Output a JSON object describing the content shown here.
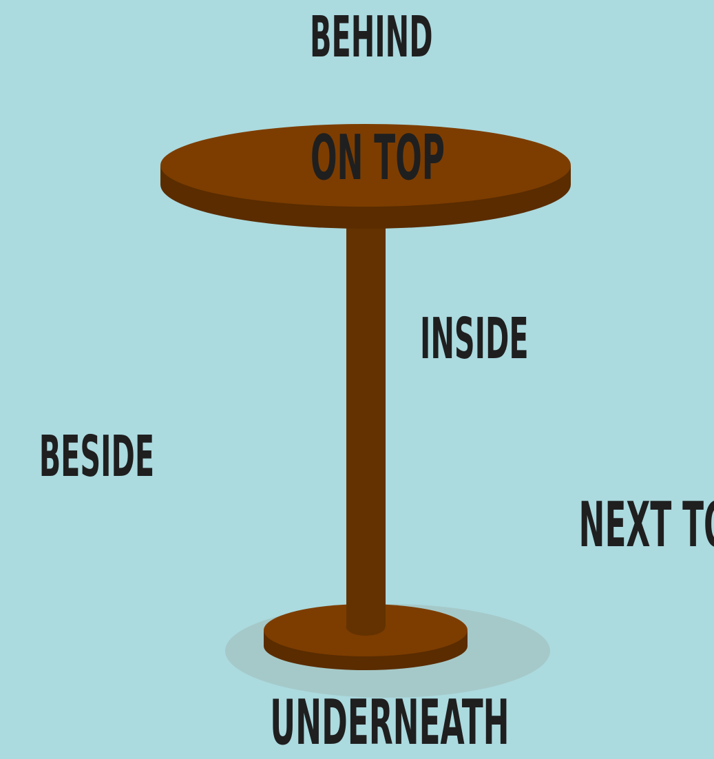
{
  "labels": {
    "behind": "Behind",
    "on_top": "On top",
    "inside": "Inside",
    "beside": "Beside",
    "next_to": "Next to",
    "underneath": "Underneath"
  },
  "colors": {
    "background": "#abdadf",
    "table_top": "#7d3d00",
    "table_edge": "#5a2c00",
    "table_pole": "#633200",
    "floor_shadow": "#a5c9c9",
    "text": "#1f1f1f"
  }
}
